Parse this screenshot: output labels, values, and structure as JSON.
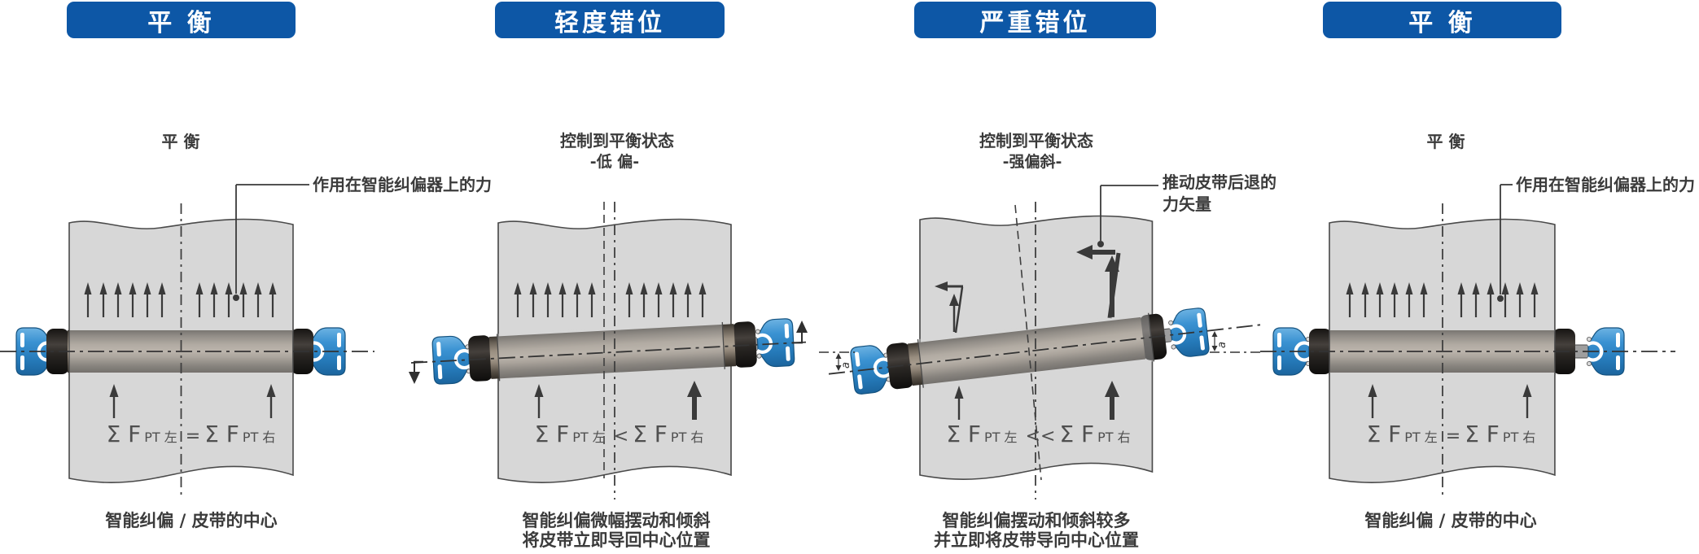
{
  "colors": {
    "header_bg": "#0d57a6",
    "header_text": "#ffffff",
    "belt_fill": "#d7d7d7",
    "outline": "#4a4a4a",
    "arrow": "#3a3a3a",
    "bracket_blue": "#3189cb",
    "text": "#3b3b3b"
  },
  "dim_label": "a",
  "panels": [
    {
      "header": "平 衡",
      "title": "平 衡",
      "annotation1": "作用在智能纠偏器上的力",
      "formula": {
        "sum1": "Σ F",
        "sub1": "PT 左",
        "op": "=",
        "sum2": "Σ F",
        "sub2": "PT 右"
      },
      "caption1": "智能纠偏 / 皮带的中心",
      "caption2": ""
    },
    {
      "header": "轻度错位",
      "title": "控制到平衡状态",
      "subtitle": "-低 偏-",
      "formula": {
        "sum1": "Σ F",
        "sub1": "PT 左",
        "op": "<",
        "sum2": "Σ F",
        "sub2": "PT 右"
      },
      "caption1": "智能纠偏微幅摆动和倾斜",
      "caption2": "将皮带立即导回中心位置"
    },
    {
      "header": "严重错位",
      "title": "控制到平衡状态",
      "subtitle": "-强偏斜-",
      "annotation1": "推动皮带后退的",
      "annotation2": "力矢量",
      "formula": {
        "sum1": "Σ F",
        "sub1": "PT 左",
        "op": "<<",
        "sum2": "Σ F",
        "sub2": "PT 右"
      },
      "caption1": "智能纠偏摆动和倾斜较多",
      "caption2": "并立即将皮带导向中心位置"
    },
    {
      "header": "平 衡",
      "title": "平 衡",
      "annotation1": "作用在智能纠偏器上的力",
      "formula": {
        "sum1": "Σ F",
        "sub1": "PT 左",
        "op": "=",
        "sum2": "Σ F",
        "sub2": "PT 右"
      },
      "caption1": "智能纠偏 / 皮带的中心",
      "caption2": ""
    }
  ]
}
